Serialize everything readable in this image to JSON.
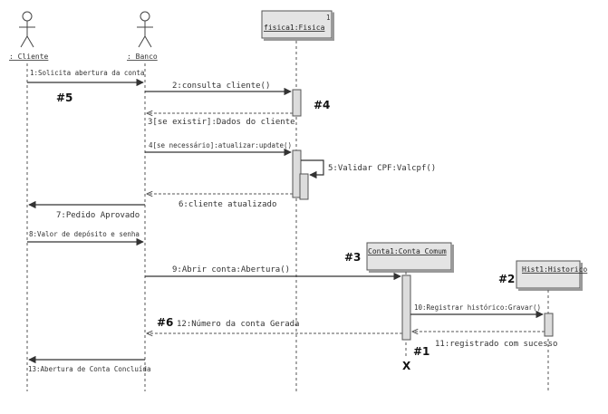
{
  "actors": {
    "cliente": ": Cliente",
    "banco": ": Banco"
  },
  "objects": {
    "fisica": {
      "label": "fisica1:Fisica",
      "index": "1"
    },
    "conta": {
      "label": "Conta1:Conta Comum"
    },
    "historico": {
      "label": "Hist1:Historico"
    }
  },
  "messages": {
    "m1": "1:Solicita abertura da conta",
    "m2": "2:consulta cliente()",
    "m3": "3[se existir]:Dados do cliente",
    "m4": "4[se necessário]:atualizar:update()",
    "m5": "5:Validar CPF:Valcpf()",
    "m6": "6:cliente atualizado",
    "m7": "7:Pedido Aprovado",
    "m8": "8:Valor de depósito e senha",
    "m9": "9:Abrir conta:Abertura()",
    "m10": "10:Registrar histórico:Gravar()",
    "m11": "11:registrado com sucesso",
    "m12": "12:Número da conta Gerada",
    "m13": "13:Abertura de Conta Concluída"
  },
  "markers": {
    "n1": "#1",
    "n2": "#2",
    "n3": "#3",
    "n4": "#4",
    "n5": "#5",
    "n6": "#6",
    "destroy": "X"
  }
}
